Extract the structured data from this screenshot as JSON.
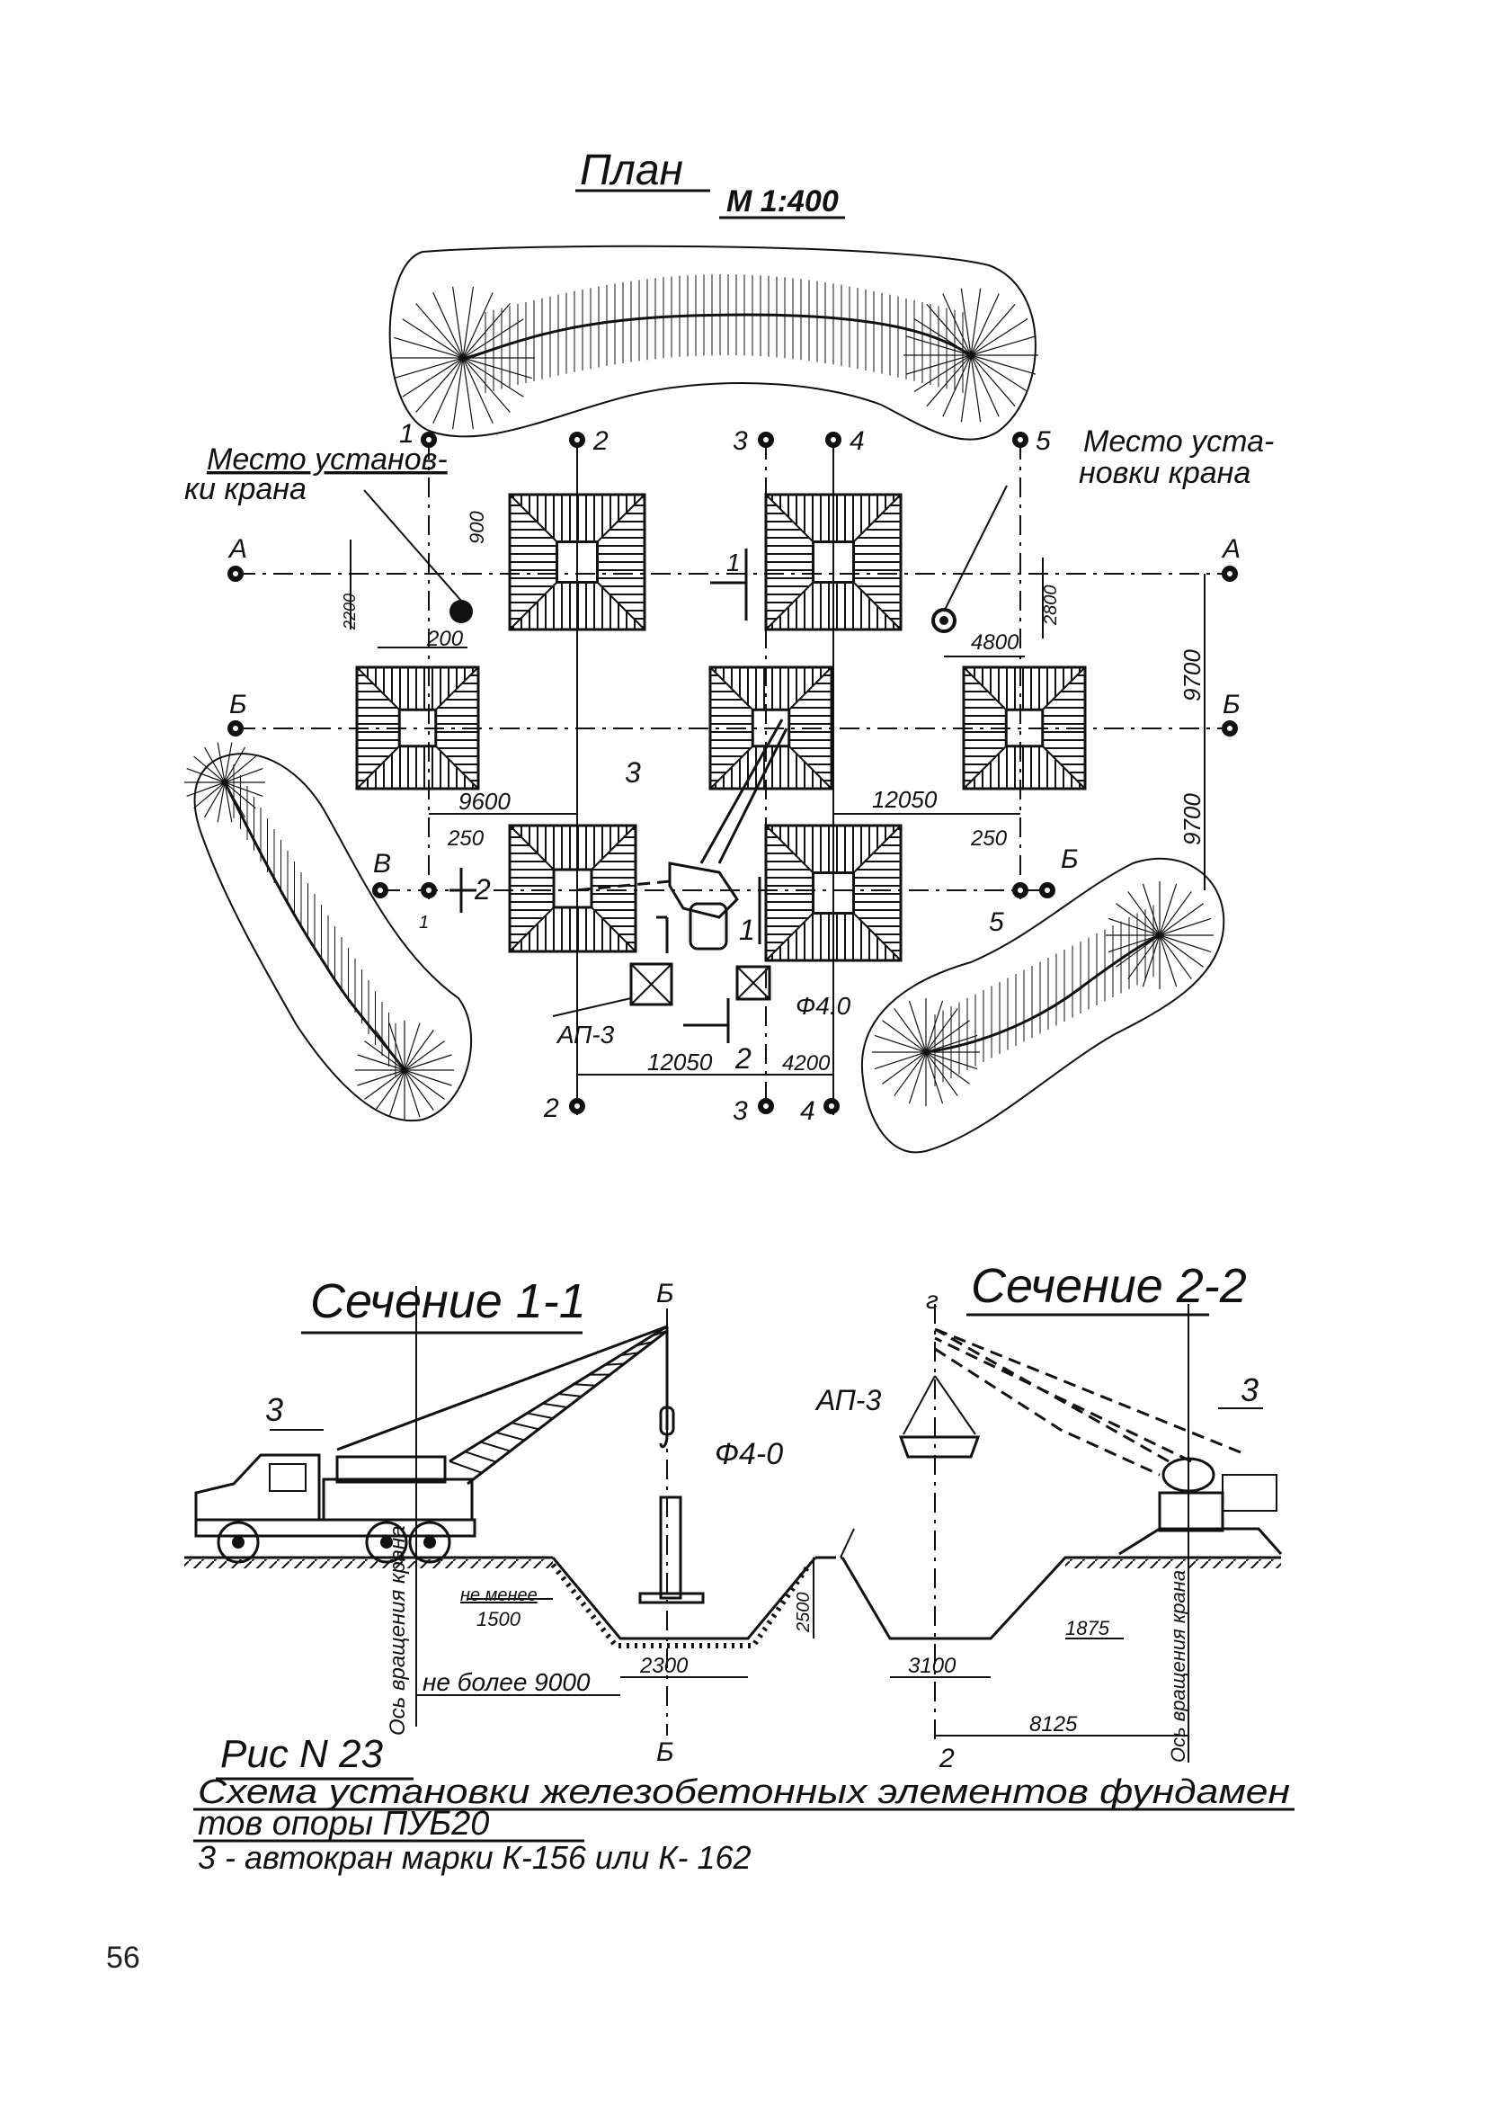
{
  "plan": {
    "title": "План",
    "scale": "М 1:400",
    "crane_place_left": [
      "Место установ-",
      "ки крана"
    ],
    "crane_place_right": [
      "Место уста-",
      "новки крана"
    ],
    "axes_top": [
      "1",
      "2",
      "3",
      "4",
      "5"
    ],
    "axes_bottom": [
      "2",
      "3",
      "4"
    ],
    "rows": [
      "А",
      "А",
      "Б",
      "Б",
      "В",
      "Б"
    ],
    "axis_labels_misc": [
      "1",
      "5"
    ],
    "dims": [
      "900",
      "2200",
      "200",
      "2800",
      "4800",
      "9700",
      "9700",
      "9600",
      "250",
      "12050",
      "250",
      "12050",
      "4200"
    ],
    "markers": [
      "3",
      "1",
      "2",
      "1",
      "2"
    ],
    "ap3": "АП-3",
    "f40": "Ф4.0"
  },
  "section_1": {
    "title": "Сечение 1-1",
    "crane_num": "3",
    "axis_top": "Б",
    "axis_bottom": "Б",
    "element": "Ф4-0",
    "dim_min": [
      "не менее",
      "1500"
    ],
    "dim_depth": "2500",
    "dim_bottom": "2300",
    "dim_max": "не более 9000",
    "rotation_axis": "Ось вращения крана"
  },
  "section_2": {
    "title": "Сечение 2-2",
    "axis_top": "г",
    "axis_bottom": "2",
    "element": "АП-3",
    "crane_num": "3",
    "dim_bottom": "3100",
    "dim_slope": "1875",
    "dim_reach": "8125",
    "rotation_axis": "Ось вращения крана"
  },
  "caption": {
    "figure": "Рис N 23",
    "line1": "Схема установки железобетонных элементов фундамен",
    "line2": "тов опоры ПУБ20",
    "line3": "3 - автокран марки К-156 или К- 162"
  },
  "page_number": "56"
}
